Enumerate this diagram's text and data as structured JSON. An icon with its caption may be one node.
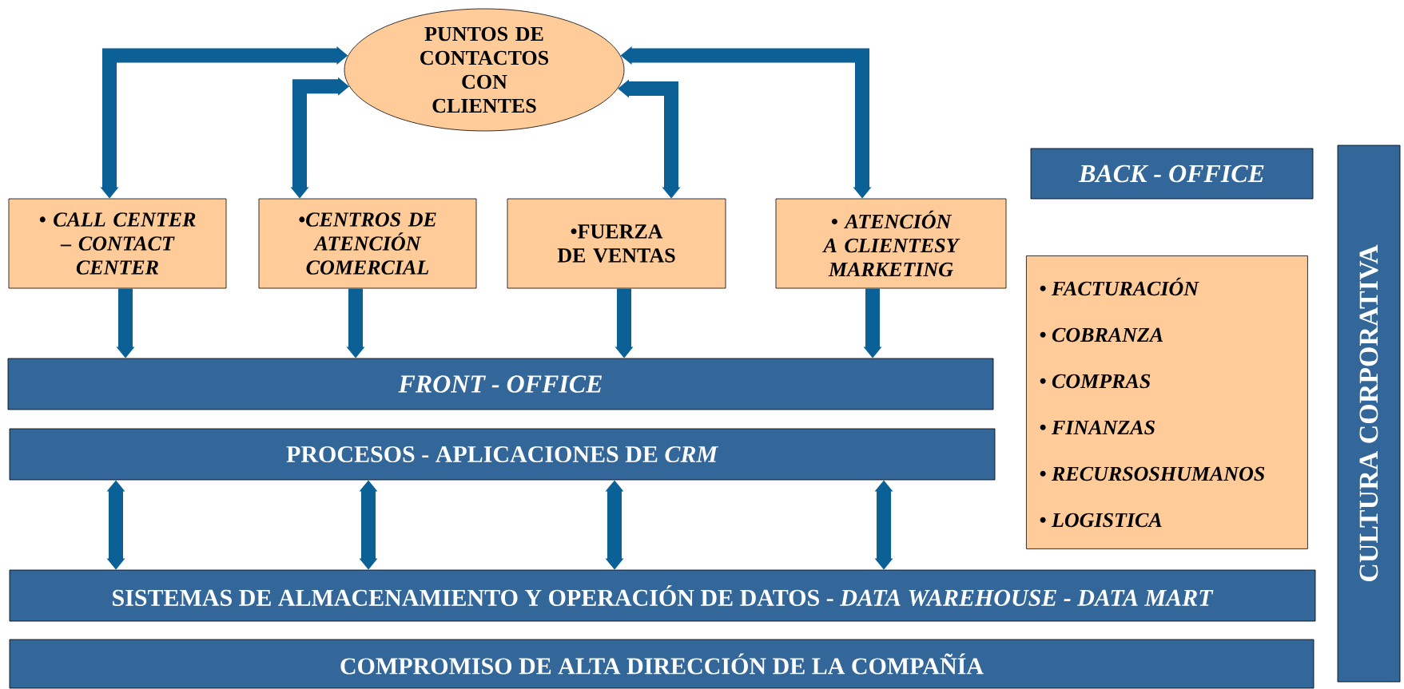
{
  "diagram": {
    "nodes": [
      {
        "text": [
          "PUNTOS DE CONTACTOS CON CLIENTES"
        ]
      },
      {
        "text": [
          "• CALL CENTER – CONTACT CENTER"
        ]
      },
      {
        "text": [
          "•CENTROS DE ATENCIÓN COMERCIAL"
        ]
      },
      {
        "text": [
          "•FUERZA DE VENTAS"
        ]
      },
      {
        "text": [
          "• ATENCIÓN A CLIENTESY MARKETING"
        ]
      },
      {
        "text": [
          "BACK - OFFICE"
        ]
      },
      {
        "text": [
          "• FACTURACIÓN",
          "• COBRANZA",
          "• COMPRAS",
          "• FINANZAS",
          "• RECURSOSHUMANOS",
          "• LOGISTICA"
        ]
      },
      {
        "text": [
          "FRONT - OFFICE"
        ]
      },
      {
        "text": [
          "PROCESOS - APLICACIONES DE *CRM*"
        ]
      },
      {
        "text": [
          "SISTEMAS DE ALMACENAMIENTO Y OPERACIÓN DE DATOS - *DATA WAREHOUSE - DATA MART*"
        ]
      },
      {
        "text": [
          "COMPROMISO DE  ALTA DIRECCIÓN DE LA COMPAÑÍA"
        ]
      },
      {
        "text": [
          "CULTURA CORPORATIVA"
        ]
      }
    ],
    "edges": [
      {
        "from": 0,
        "to": 1,
        "arrow": "both"
      },
      {
        "from": 0,
        "to": 2,
        "arrow": "both"
      },
      {
        "from": 0,
        "to": 3,
        "arrow": "both"
      },
      {
        "from": 0,
        "to": 4,
        "arrow": "both"
      },
      {
        "from": 1,
        "to": 7,
        "arrow": "to"
      },
      {
        "from": 2,
        "to": 7,
        "arrow": "to"
      },
      {
        "from": 3,
        "to": 7,
        "arrow": "to"
      },
      {
        "from": 4,
        "to": 7,
        "arrow": "to"
      },
      {
        "from": 8,
        "to": 9,
        "arrow": "both"
      },
      {
        "from": 8,
        "to": 9,
        "arrow": "both"
      },
      {
        "from": 8,
        "to": 9,
        "arrow": "both"
      },
      {
        "from": 8,
        "to": 9,
        "arrow": "both"
      }
    ]
  }
}
